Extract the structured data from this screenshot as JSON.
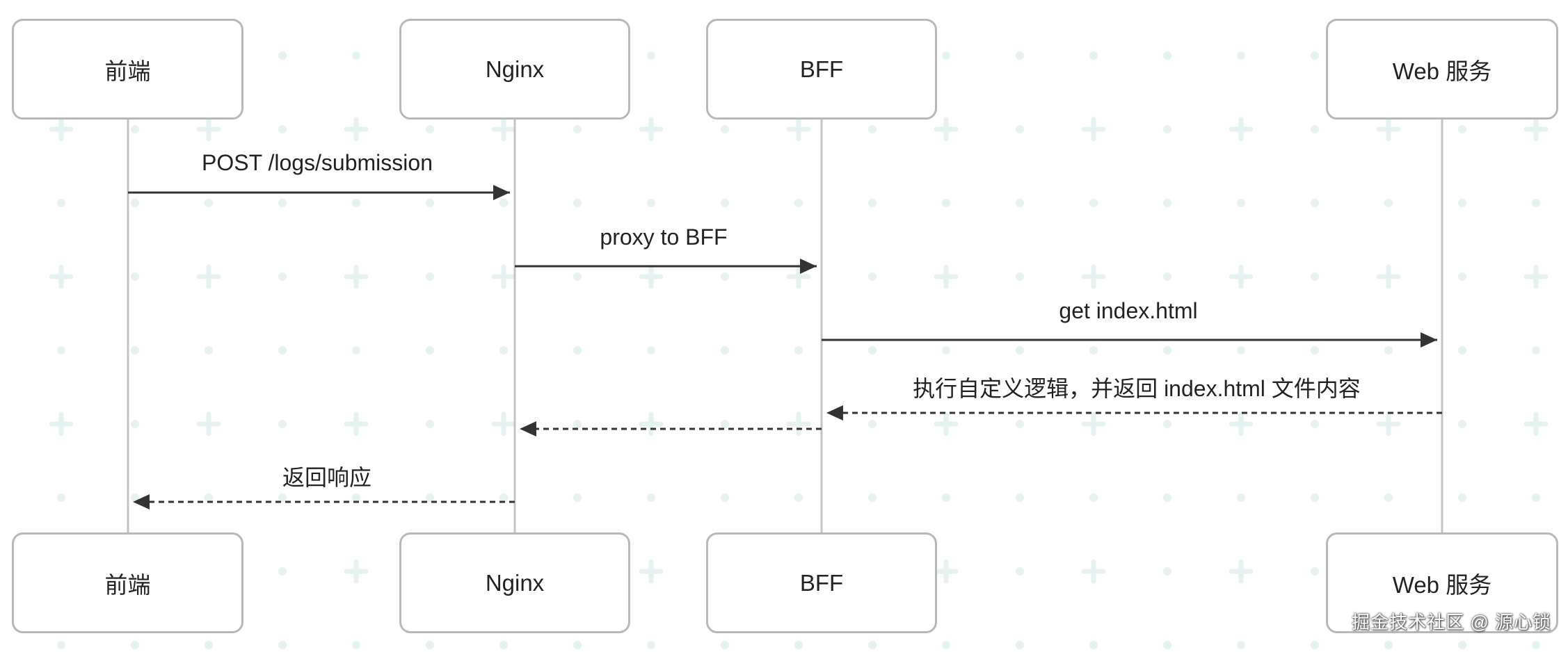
{
  "participants": [
    "前端",
    "Nginx",
    "BFF",
    "Web 服务"
  ],
  "messages": [
    {
      "from": "前端",
      "to": "Nginx",
      "label": "POST /logs/submission",
      "style": "solid"
    },
    {
      "from": "Nginx",
      "to": "BFF",
      "label": "proxy to BFF",
      "style": "solid"
    },
    {
      "from": "BFF",
      "to": "Web 服务",
      "label": "get index.html",
      "style": "solid"
    },
    {
      "from": "Web 服务",
      "to": "BFF",
      "label": "执行自定义逻辑，并返回 index.html 文件内容",
      "style": "dashed"
    },
    {
      "from": "BFF",
      "to": "Nginx",
      "label": "",
      "style": "dashed"
    },
    {
      "from": "Nginx",
      "to": "前端",
      "label": "返回响应",
      "style": "dashed"
    }
  ],
  "watermark": "掘金技术社区 @ 源心锁",
  "colors": {
    "box_border": "#b8b8b8",
    "lifeline": "#c4c4c4",
    "arrow": "#333333",
    "background_pattern": "#e6f2f0"
  }
}
